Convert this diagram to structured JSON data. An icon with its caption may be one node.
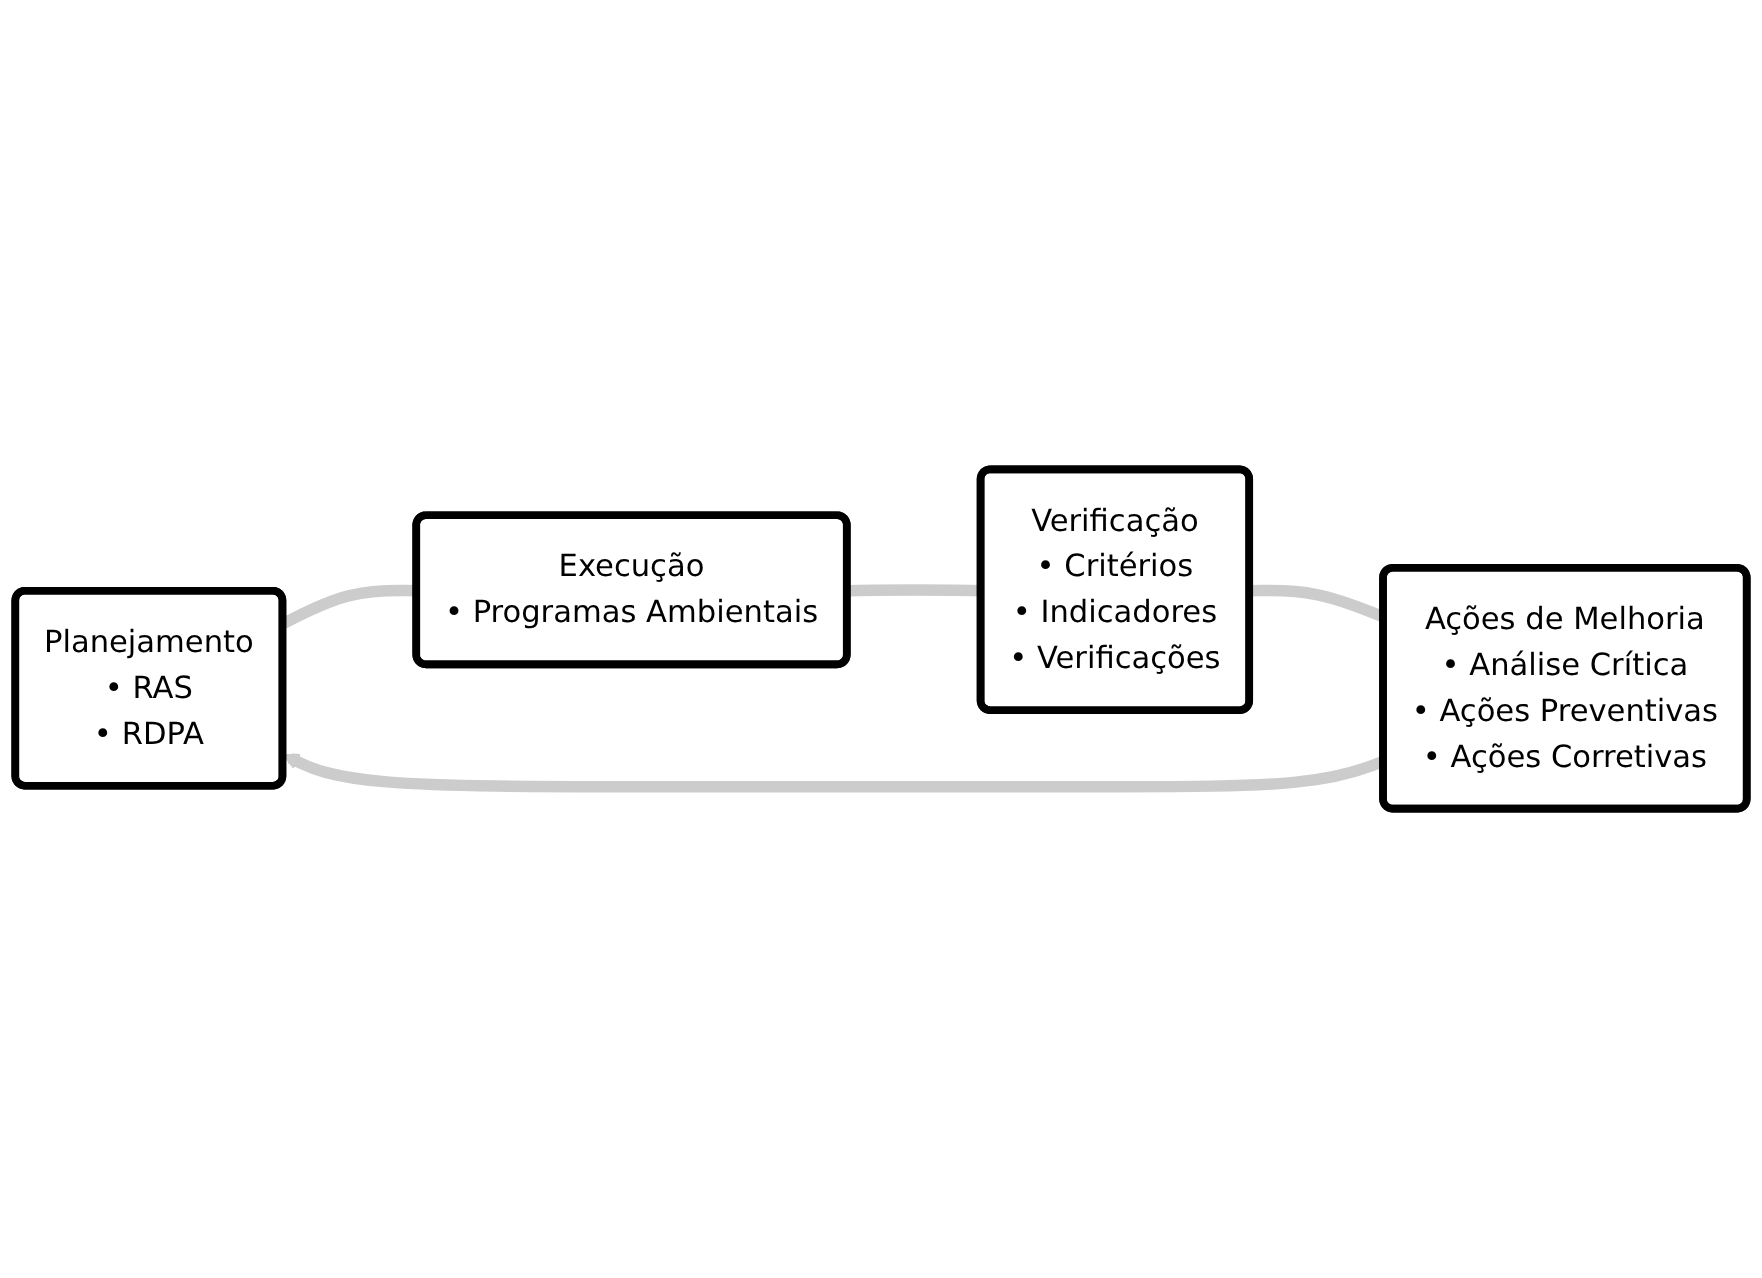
{
  "diagram": {
    "nodes": [
      {
        "text": [
          "Planejamento",
          "• RAS",
          "• RDPA"
        ]
      },
      {
        "text": [
          "Execução",
          "• Programas Ambientais"
        ]
      },
      {
        "text": [
          "Verificação",
          "• Critérios",
          "• Indicadores",
          "• Verificações"
        ]
      },
      {
        "text": [
          "Ações de Melhoria",
          "• Análise Crítica",
          "• Ações Preventivas",
          "• Ações Corretivas"
        ]
      }
    ],
    "edges": [
      {
        "from": 0,
        "to": 1,
        "arrow": "none"
      },
      {
        "from": 1,
        "to": 2,
        "arrow": "none"
      },
      {
        "from": 2,
        "to": 3,
        "arrow": "none"
      },
      {
        "from": 3,
        "to": 0,
        "arrow": "to"
      }
    ]
  }
}
